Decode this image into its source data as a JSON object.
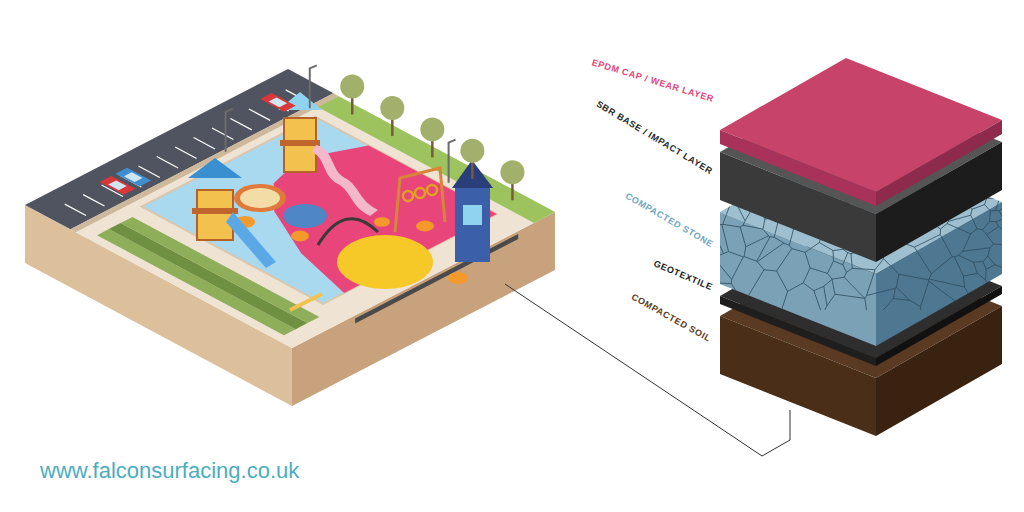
{
  "diagram": {
    "labels": [
      "EPDM CAP / WEAR LAYER",
      "SBR BASE / IMPACT LAYER",
      "COMPACTED STONE",
      "GEOTEXTILE",
      "COMPACTED SOIL",
      "www.falconsurfacing.co.uk"
    ]
  }
}
